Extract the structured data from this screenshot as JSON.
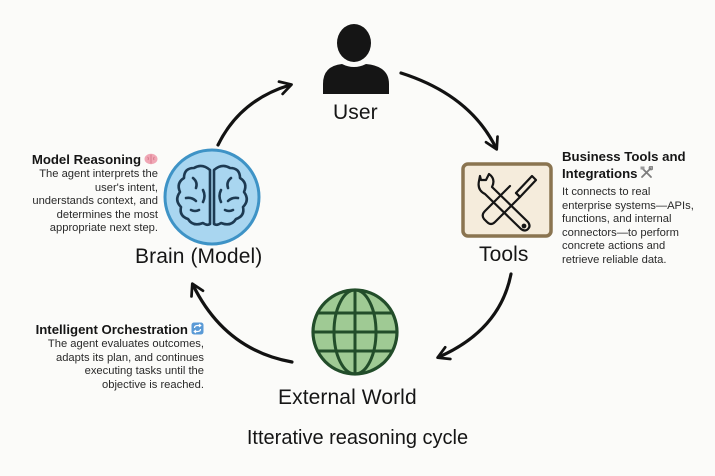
{
  "diagram": {
    "title": "Itterative reasoning cycle",
    "nodes": {
      "user": {
        "label": "User",
        "icon": "user-icon",
        "color": "#151515"
      },
      "brain": {
        "label": "Brain (Model)",
        "icon": "brain-icon",
        "fill": "#a9d6f0",
        "stroke": "#3e93c6"
      },
      "tools": {
        "label": "Tools",
        "icon": "wrench-screwdriver-icon",
        "fill": "#f5ecdc",
        "stroke": "#8a7450"
      },
      "world": {
        "label": "External World",
        "icon": "globe-icon",
        "fill": "#9fca94",
        "stroke": "#224d2a"
      }
    },
    "descriptions": {
      "model_reasoning": {
        "title": "Model Reasoning",
        "title_icon": "brain-emoji-icon",
        "lines": [
          "The agent interprets the",
          "user's intent,",
          "understands context, and",
          "determines the most",
          "appropriate next step."
        ]
      },
      "business_tools": {
        "title_lines": [
          "Business Tools and",
          "Integrations"
        ],
        "title_icon": "hammer-wrench-emoji-icon",
        "lines": [
          "It connects to real",
          "enterprise systems—APIs,",
          "functions, and internal",
          "connectors—to perform",
          "concrete actions and",
          "retrieve reliable data."
        ]
      },
      "orchestration": {
        "title": "Intelligent Orchestration",
        "title_icon": "repeat-emoji-icon",
        "lines": [
          "The agent evaluates outcomes,",
          "adapts its plan, and continues",
          "executing tasks until the",
          "objective is reached."
        ]
      }
    },
    "edges": [
      {
        "from": "Brain (Model)",
        "to": "User"
      },
      {
        "from": "User",
        "to": "Tools"
      },
      {
        "from": "Tools",
        "to": "External World"
      },
      {
        "from": "External World",
        "to": "Brain (Model)"
      }
    ]
  }
}
